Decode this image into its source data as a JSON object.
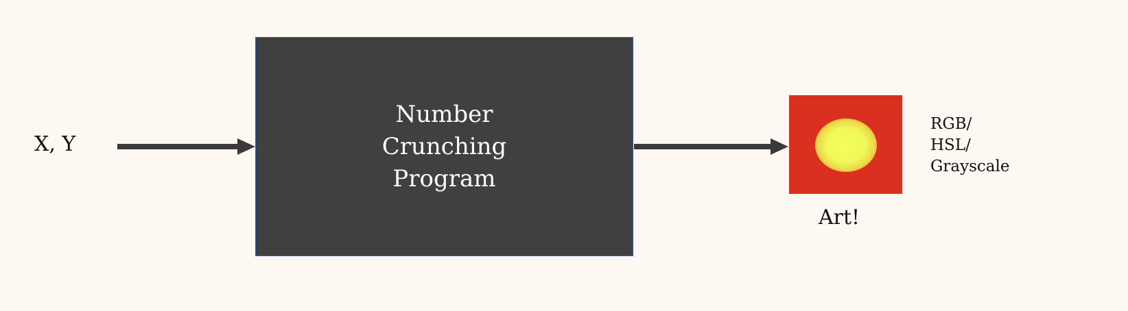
{
  "input": {
    "label": "X, Y"
  },
  "process": {
    "lines": [
      "Number",
      "Crunching",
      "Program"
    ]
  },
  "output": {
    "caption": "Art!",
    "color_modes": [
      "RGB/",
      "HSL/",
      "Grayscale"
    ]
  },
  "colors": {
    "background": "#fdf8f2",
    "box_fill": "#404040",
    "box_border": "#3b5ba8",
    "arrow": "#3a3a3a",
    "art_background": "#d93020",
    "art_blob": "#f2ff5a"
  }
}
